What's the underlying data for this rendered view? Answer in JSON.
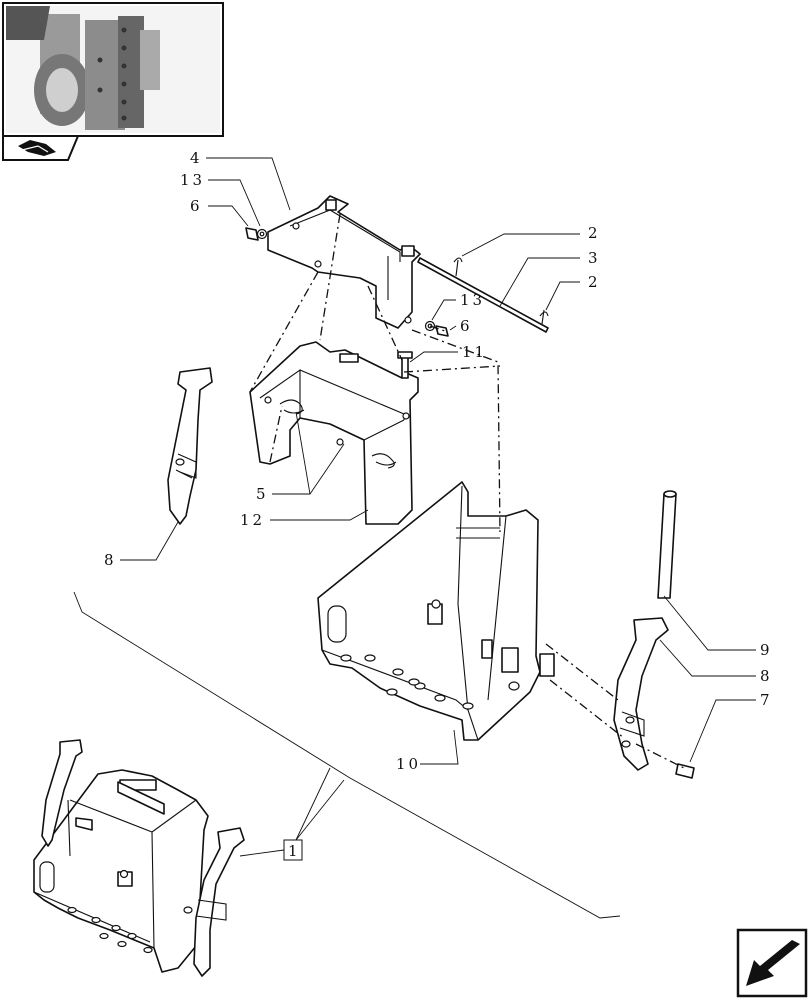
{
  "labels": {
    "item_4": "4",
    "item_13_top": "13",
    "item_6_top": "6",
    "item_2_top": "2",
    "item_3": "3",
    "item_2_bottom": "2",
    "item_13_right": "13",
    "item_6_right": "6",
    "item_11": "11",
    "item_5": "5",
    "item_12": "12",
    "item_8_left": "8",
    "item_9": "9",
    "item_8_right": "8",
    "item_7": "7",
    "item_10": "10",
    "item_1": "1"
  },
  "icons": {
    "thumbnail_nav": "book-arrow-icon",
    "next_page": "arrow-back-icon"
  }
}
